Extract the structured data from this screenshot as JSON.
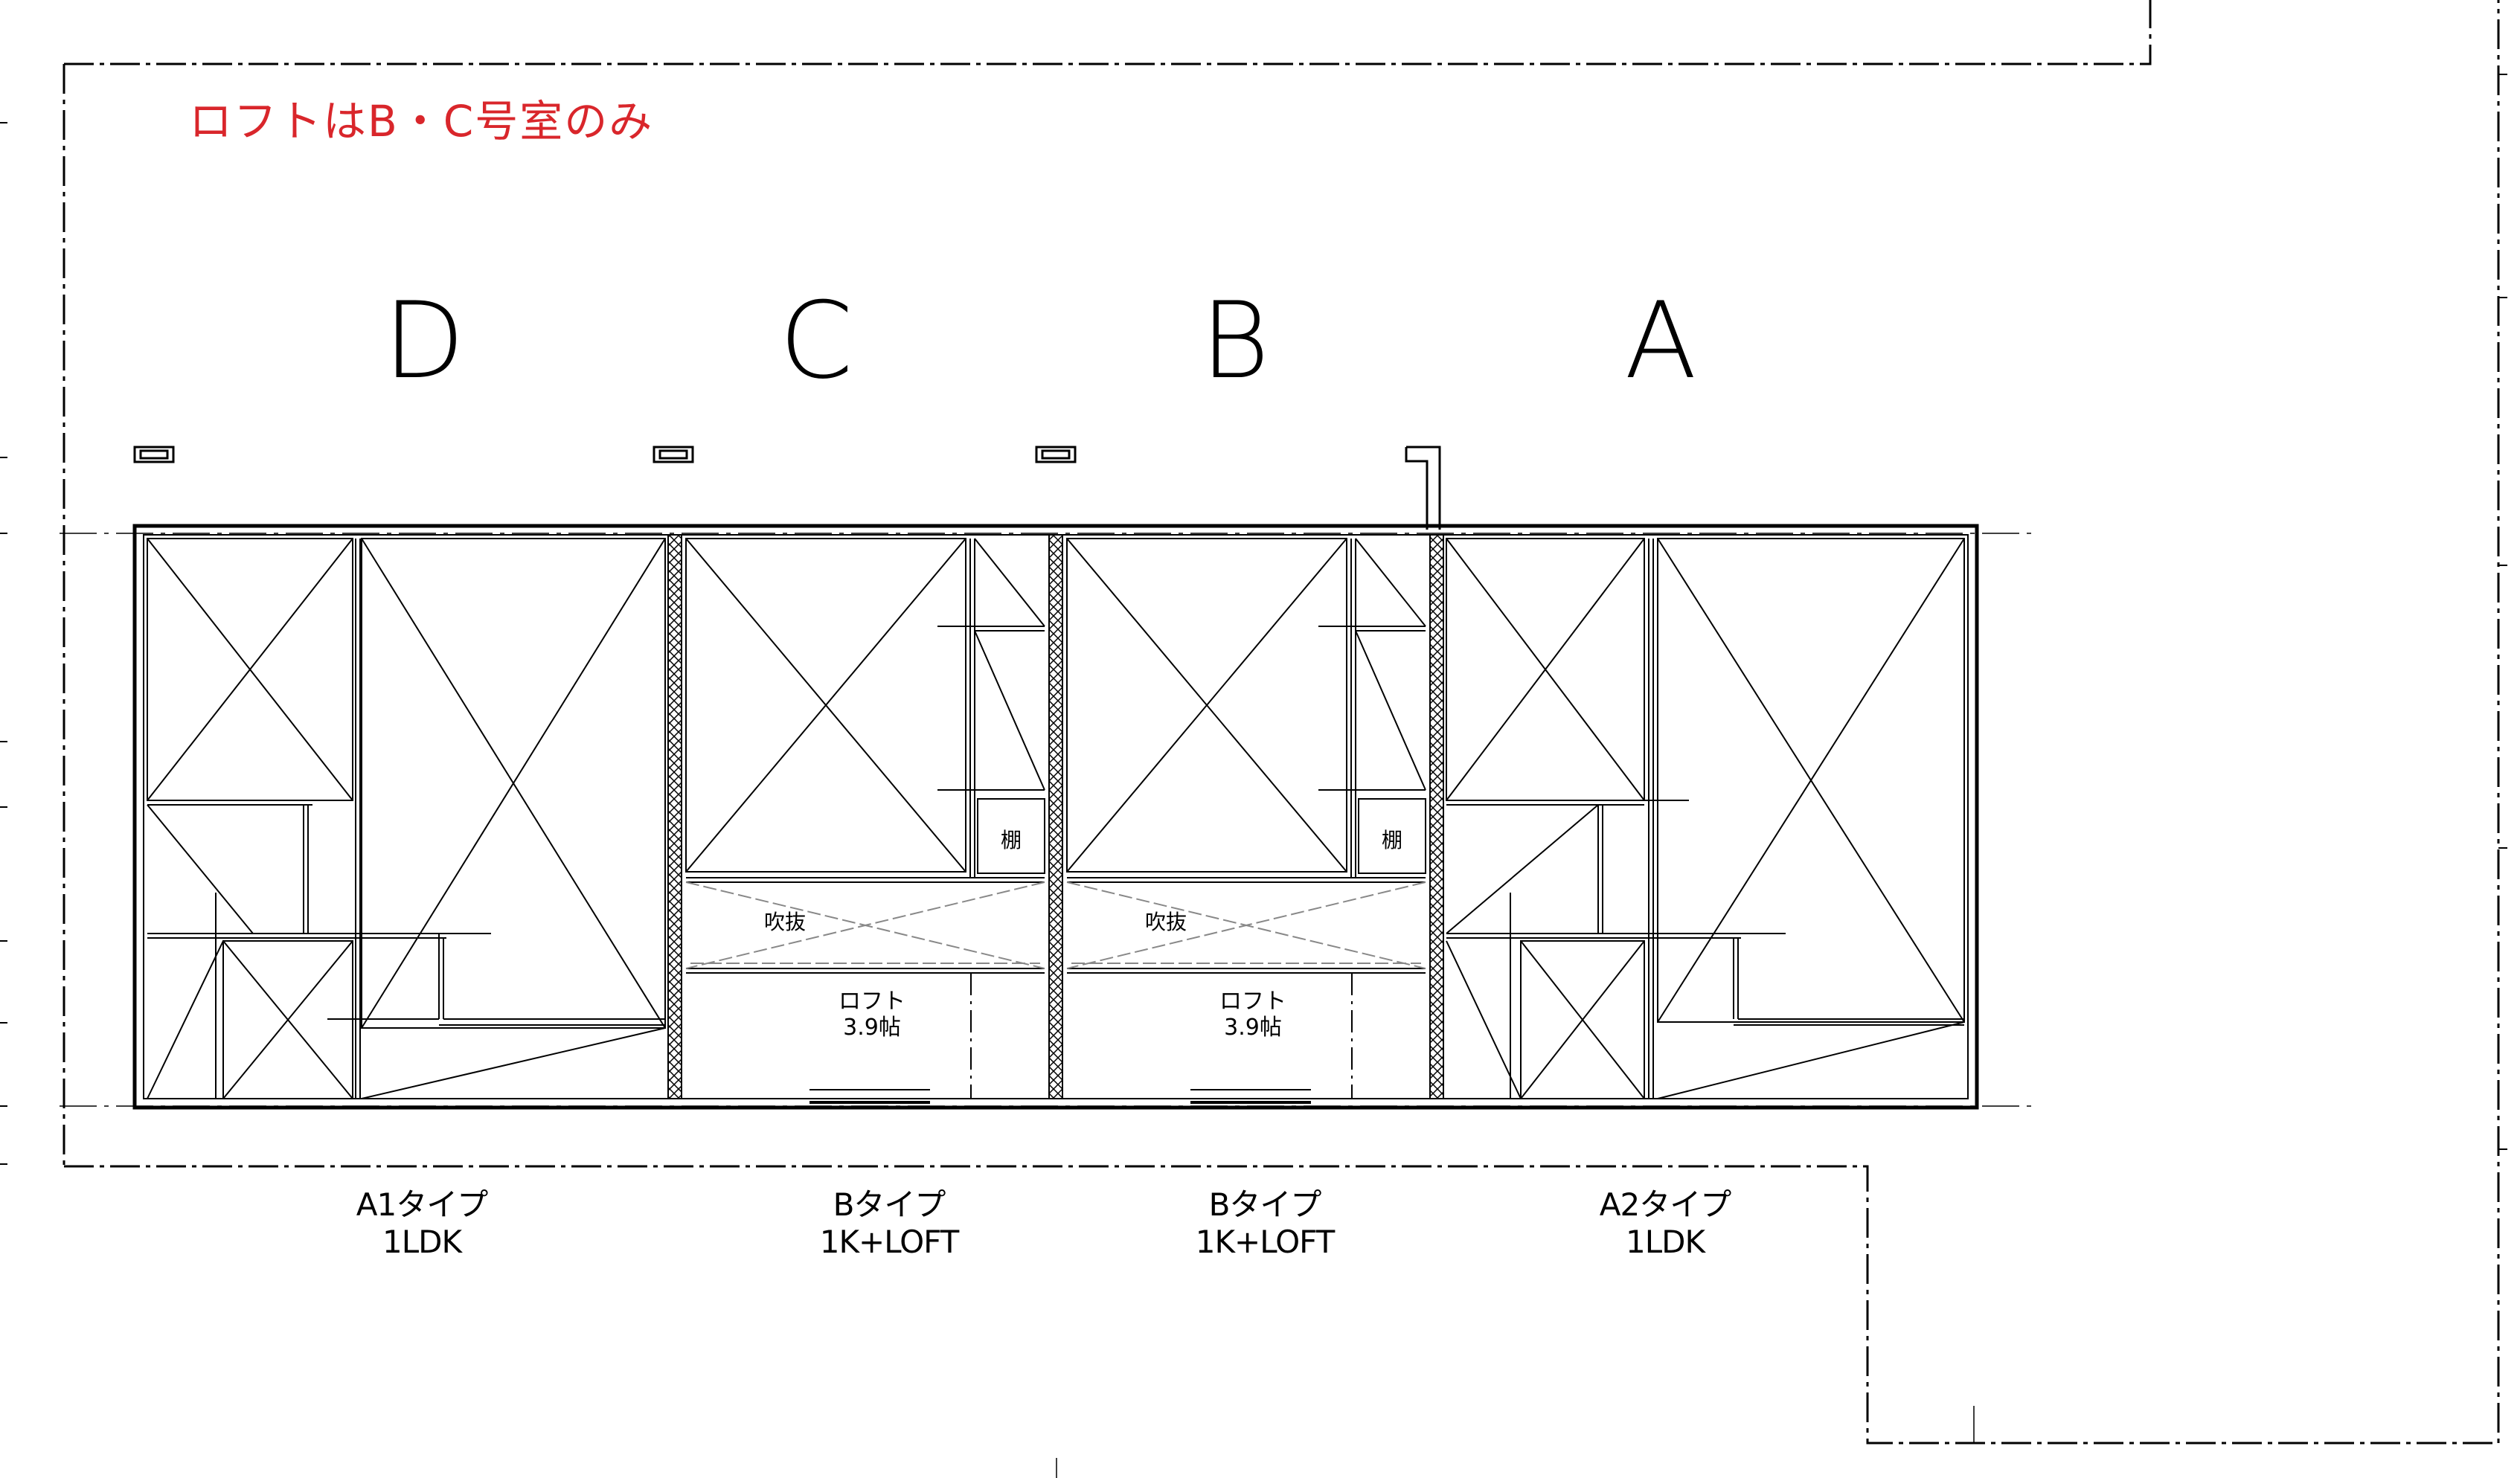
{
  "note": "ロフトはB・C号室のみ",
  "units": [
    {
      "letter": "D",
      "type_name": "A1タイプ",
      "layout": "1LDK"
    },
    {
      "letter": "C",
      "type_name": "Bタイプ",
      "layout": "1K+LOFT"
    },
    {
      "letter": "B",
      "type_name": "Bタイプ",
      "layout": "1K+LOFT"
    },
    {
      "letter": "A",
      "type_name": "A2タイプ",
      "layout": "1LDK"
    }
  ],
  "loft_rooms": [
    {
      "name": "ロフト",
      "area": "3.9帖",
      "void_label": "吹抜",
      "shelf_label": "棚"
    },
    {
      "name": "ロフト",
      "area": "3.9帖",
      "void_label": "吹抜",
      "shelf_label": "棚"
    }
  ],
  "colors": {
    "line": "#000000",
    "note": "#d9262b",
    "void_line": "#888888"
  }
}
